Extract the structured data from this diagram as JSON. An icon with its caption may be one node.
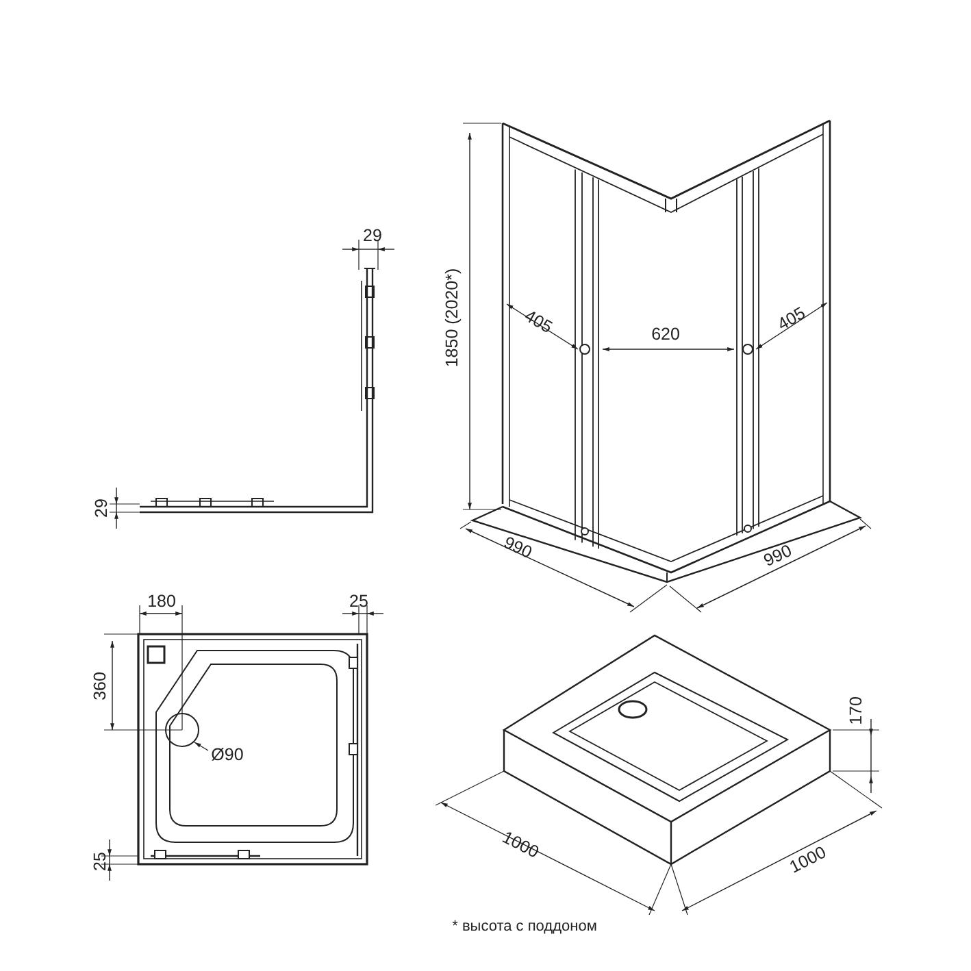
{
  "diagram": {
    "labels": [
      "29",
      "1850 (2020*)",
      "405",
      "620",
      "405",
      "29",
      "990",
      "990",
      "180",
      "25",
      "360",
      "Ø90",
      "170",
      "25",
      "1000",
      "1000",
      "* высота с поддоном"
    ]
  }
}
